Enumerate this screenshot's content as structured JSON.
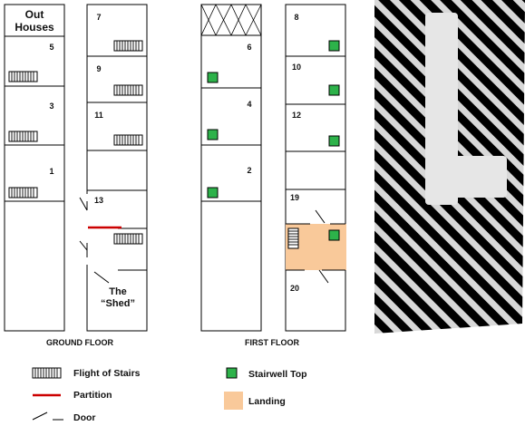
{
  "ground_floor": {
    "title": "GROUND FLOOR",
    "out_houses_line1": "Out",
    "out_houses_line2": "Houses",
    "rooms": [
      "5",
      "3",
      "1",
      "7",
      "9",
      "11",
      "13"
    ],
    "shed_line1": "The",
    "shed_line2": "“Shed”"
  },
  "first_floor": {
    "title": "FIRST FLOOR",
    "rooms": [
      "6",
      "4",
      "2",
      "8",
      "10",
      "12",
      "19",
      "20"
    ]
  },
  "legend": {
    "stairs": "Flight of Stairs",
    "partition": "Partition",
    "door": "Door",
    "stairwell_top": "Stairwell Top",
    "landing": "Landing"
  },
  "colors": {
    "partition": "#cc0000",
    "stairwell_top": "#2db24a",
    "landing": "#f9c99a"
  }
}
